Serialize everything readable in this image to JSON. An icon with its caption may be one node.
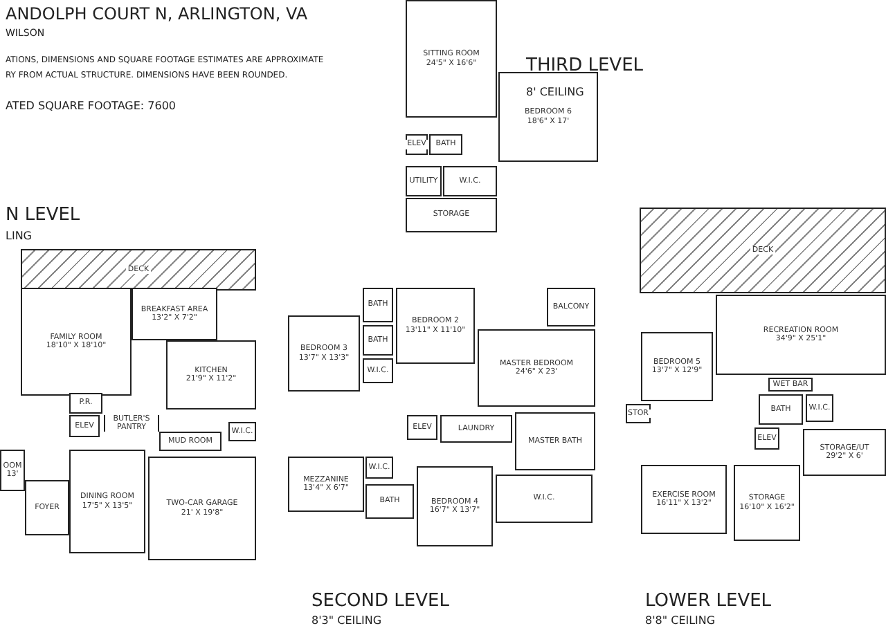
{
  "diagram": {
    "nodes": [
      {
        "text": [
          "DECK"
        ]
      },
      {
        "text": [
          "FAMILY ROOM",
          "18'10\" X 18'10\""
        ]
      },
      {
        "text": [
          "BREAKFAST AREA",
          "13'2\" X 7'2\""
        ]
      },
      {
        "text": [
          "KITCHEN",
          "21'9\" X 11'2\""
        ]
      },
      {
        "text": [
          "P.R."
        ]
      },
      {
        "text": [
          "ELEV"
        ]
      },
      {
        "text": [
          "BUTLER'S PANTRY"
        ]
      },
      {
        "text": [
          "MUD ROOM"
        ]
      },
      {
        "text": [
          "W.I.C."
        ]
      },
      {
        "text": [
          "OOM",
          "13'"
        ]
      },
      {
        "text": [
          "FOYER"
        ]
      },
      {
        "text": [
          "DINING ROOM",
          "17'5\" X 13'5\""
        ]
      },
      {
        "text": [
          "TWO-CAR GARAGE",
          "21' X 19'8\""
        ]
      },
      {
        "text": [
          "SITTING ROOM",
          "24'5\" X 16'6\""
        ]
      },
      {
        "text": [
          "BEDROOM 6",
          "18'6\" X 17'"
        ]
      },
      {
        "text": [
          "ELEV"
        ]
      },
      {
        "text": [
          "BATH"
        ]
      },
      {
        "text": [
          "UTILITY"
        ]
      },
      {
        "text": [
          "W.I.C."
        ]
      },
      {
        "text": [
          "STORAGE"
        ]
      },
      {
        "text": [
          "BEDROOM 3",
          "13'7\" X 13'3\""
        ]
      },
      {
        "text": [
          "BATH"
        ]
      },
      {
        "text": [
          "BATH"
        ]
      },
      {
        "text": [
          "W.I.C."
        ]
      },
      {
        "text": [
          "BEDROOM 2",
          "13'11\" X 11'10\""
        ]
      },
      {
        "text": [
          "BALCONY"
        ]
      },
      {
        "text": [
          "MASTER BEDROOM",
          "24'6\" X 23'"
        ]
      },
      {
        "text": [
          "ELEV"
        ]
      },
      {
        "text": [
          "LAUNDRY"
        ]
      },
      {
        "text": [
          "MASTER BATH"
        ]
      },
      {
        "text": [
          "MEZZANINE",
          "13'4\" X 6'7\""
        ]
      },
      {
        "text": [
          "W.I.C."
        ]
      },
      {
        "text": [
          "BATH"
        ]
      },
      {
        "text": [
          "BEDROOM 4",
          "16'7\" X 13'7\""
        ]
      },
      {
        "text": [
          "W.I.C."
        ]
      },
      {
        "text": [
          "DECK"
        ]
      },
      {
        "text": [
          "BEDROOM 5",
          "13'7\" X 12'9\""
        ]
      },
      {
        "text": [
          "RECREATION ROOM",
          "34'9\" X 25'1\""
        ]
      },
      {
        "text": [
          "WET BAR"
        ]
      },
      {
        "text": [
          "STOR"
        ]
      },
      {
        "text": [
          "BATH"
        ]
      },
      {
        "text": [
          "W.I.C."
        ]
      },
      {
        "text": [
          "ELEV"
        ]
      },
      {
        "text": [
          "EXERCISE ROOM",
          "16'11\" X 13'2\""
        ]
      },
      {
        "text": [
          "STORAGE",
          "16'10\" X 16'2\""
        ]
      },
      {
        "text": [
          "STORAGE/UT",
          "29'2\" X 6'"
        ]
      }
    ],
    "labels": [
      "ANDOLPH COURT N, ARLINGTON, VA",
      "WILSON",
      "ATIONS, DIMENSIONS AND SQUARE FOOTAGE ESTIMATES ARE APPROXIMATE",
      "RY FROM ACTUAL STRUCTURE. DIMENSIONS HAVE BEEN ROUNDED.",
      "ATED SQUARE FOOTAGE: 7600",
      "THIRD LEVEL",
      "8' CEILING",
      "N LEVEL",
      "LING",
      "SECOND LEVEL",
      "8'3\" CEILING",
      "LOWER LEVEL",
      "8'8\" CEILING"
    ]
  }
}
